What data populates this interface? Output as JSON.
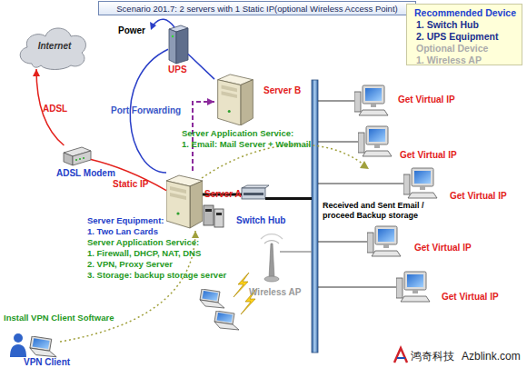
{
  "diagram": {
    "title": "Scenario 201.7: 2 servers with 1 Static IP(optional Wireless Access Point)",
    "nodes": [
      {
        "text": [
          "Recommended Device",
          "1. Switch Hub",
          "2. UPS Equipment",
          "Optional Device",
          "1. Wireless AP"
        ]
      },
      {
        "text": [
          "Internet"
        ]
      },
      {
        "text": [
          "UPS"
        ]
      },
      {
        "text": [
          "Server B"
        ]
      },
      {
        "text": [
          "ADSL Modem"
        ]
      },
      {
        "text": [
          "Server A"
        ]
      },
      {
        "text": [
          "Switch Hub"
        ]
      },
      {
        "text": [
          "Received and Sent Email / proceed Backup storage"
        ]
      },
      {
        "text": [
          "Get Virtual IP"
        ]
      },
      {
        "text": [
          "Get Virtual IP"
        ]
      },
      {
        "text": [
          "Get Virtual IP"
        ]
      },
      {
        "text": [
          "Get Virtual IP"
        ]
      },
      {
        "text": [
          "Get Virtual IP"
        ]
      },
      {
        "text": [
          "Wireless AP"
        ]
      },
      {
        "text": [
          "VPN Client"
        ]
      }
    ],
    "edges": [
      {
        "from": 4,
        "to": 1,
        "arrow": "to",
        "label": "ADSL"
      },
      {
        "from": 4,
        "to": 5,
        "arrow": "none",
        "label": "Static IP"
      },
      {
        "from": 2,
        "to": 5,
        "arrow": "none"
      },
      {
        "from": 2,
        "to": 3,
        "arrow": "none"
      },
      {
        "from": 5,
        "to": 3,
        "arrow": "to",
        "label": "Port Forwarding"
      },
      {
        "from": 5,
        "to": 6,
        "arrow": "none"
      },
      {
        "from": 6,
        "to": 7,
        "arrow": "none"
      },
      {
        "from": 7,
        "to": 8,
        "arrow": "none"
      },
      {
        "from": 7,
        "to": 9,
        "arrow": "none"
      },
      {
        "from": 7,
        "to": 10,
        "arrow": "none"
      },
      {
        "from": 7,
        "to": 11,
        "arrow": "none"
      },
      {
        "from": 7,
        "to": 12,
        "arrow": "none"
      },
      {
        "from": 13,
        "to": 7,
        "arrow": "none"
      },
      {
        "from": 14,
        "to": 5,
        "arrow": "to"
      }
    ],
    "labels": [
      "Power",
      "Server Application Service:",
      "1. Email: Mail Server + Webmail",
      "Server Equipment:",
      "1. Two Lan Cards",
      "Server Application Service:",
      "1. Firewall, DHCP, NAT, DNS",
      "2. VPN, Proxy Server",
      "3. Storage: backup storage server",
      "Install VPN Client Software",
      "鸿奇科技",
      "Azblink.com"
    ]
  }
}
